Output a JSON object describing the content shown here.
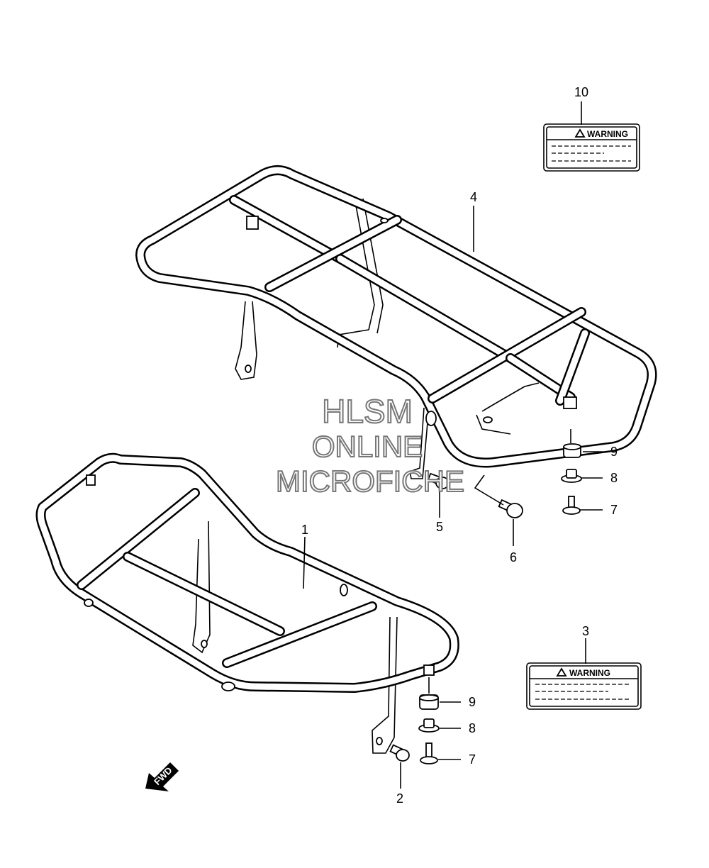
{
  "callouts": {
    "c1": "1",
    "c2": "2",
    "c3": "3",
    "c4": "4",
    "c5": "5",
    "c6": "6",
    "c7a": "7",
    "c7b": "7",
    "c8a": "8",
    "c8b": "8",
    "c9a": "9",
    "c9b": "9",
    "c10": "10"
  },
  "labels": {
    "top_warning": "WARNING",
    "bottom_warning": "WARNING"
  },
  "watermark": {
    "line1": "HLSM",
    "line2": "ONLINE",
    "line3": "MICROFICHE"
  },
  "fwd_arrow": "FWD"
}
